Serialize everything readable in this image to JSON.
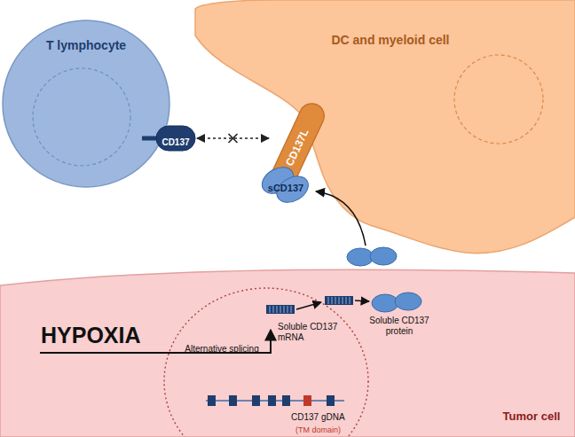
{
  "diagram": {
    "nodes": [
      {
        "text": [
          "T lymphocyte"
        ]
      },
      {
        "text": [
          "CD137"
        ],
        "in": 0
      },
      {
        "text": [
          "DC and myeloid cell"
        ]
      },
      {
        "text": [
          "CD137L"
        ]
      },
      {
        "text": [
          "sCD137"
        ]
      },
      {
        "text": [
          "Tumor cell"
        ]
      }
    ],
    "edges": [
      {
        "from": 1,
        "to": 3,
        "arrow": "both"
      }
    ],
    "labels": [
      "HYPOXIA",
      "Alternative splicing",
      "Soluble CD137 mRNA",
      "Soluble CD137 protein",
      "CD137 gDNA",
      "(TM domain)"
    ]
  }
}
